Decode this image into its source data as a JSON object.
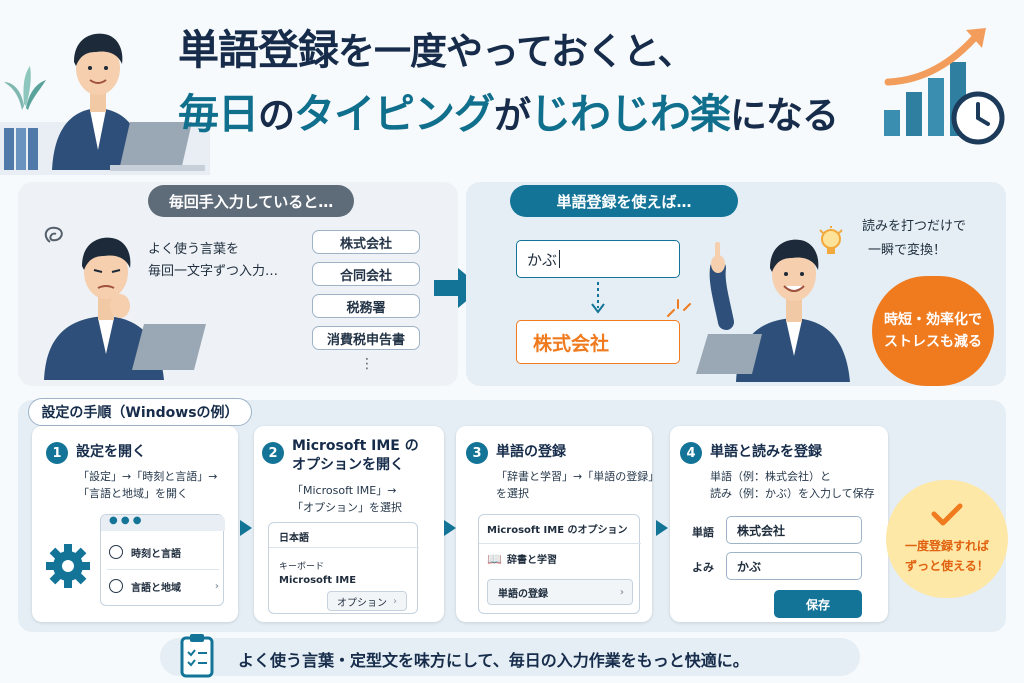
{
  "title": {
    "line1": {
      "emphasis": "単語登録",
      "rest": "を一度やっておくと、"
    },
    "line2": {
      "emphasis1": "毎日",
      "no": "の",
      "emphasis2": "タイピング",
      "ga": "が",
      "emphasis3": "じわじわ楽",
      "rest": "になる"
    }
  },
  "before": {
    "heading": "毎回手入力していると…",
    "speech_line1": "よく使う言葉を",
    "speech_line2": "毎回一文字ずつ入力…",
    "words": [
      "株式会社",
      "合同会社",
      "税務署",
      "消費税申告書"
    ],
    "more": "⋮"
  },
  "after": {
    "heading": "単語登録を使えば…",
    "input_value": "かぶ",
    "result": "株式会社",
    "note_line1": "読みを打つだけで",
    "note_line2": "一瞬で変換！",
    "badge_line1": "時短・効率化で",
    "badge_line2": "ストレスも減る"
  },
  "steps": {
    "heading": "設定の手順（Windowsの例）",
    "step1": {
      "number": "1",
      "title": "設定を開く",
      "desc_line1": "「設定」→「時刻と言語」→",
      "desc_line2": "「言語と地域」を開く",
      "menu": [
        "時刻と言語",
        "言語と地域"
      ]
    },
    "step2": {
      "number": "2",
      "title_line1": "Microsoft IME の",
      "title_line2": "オプションを開く",
      "desc_line1": "「Microsoft IME」→",
      "desc_line2": "「オプション」を選択",
      "lang": "日本語",
      "keyboard": "キーボード",
      "ime": "Microsoft IME",
      "option_button": "オプション"
    },
    "step3": {
      "number": "3",
      "title": "単語の登録",
      "desc_line1": "「辞書と学習」→「単語の登録」",
      "desc_line2": "を選択",
      "window_title": "Microsoft IME のオプション",
      "dict": "辞書と学習",
      "register": "単語の登録"
    },
    "step4": {
      "number": "4",
      "title": "単語と読みを登録",
      "desc_line1": "単語（例：株式会社）と",
      "desc_line2": "読み（例：かぶ）を入力して保存",
      "word_label": "単語",
      "word_value": "株式会社",
      "reading_label": "よみ",
      "reading_value": "かぶ",
      "save": "保存"
    },
    "once_line1": "一度登録すれば",
    "once_line2": "ずっと使える！"
  },
  "footer": "よく使う言葉・定型文を味方にして、毎日の入力作業をもっと快適に。",
  "colors": {
    "teal": "#137497",
    "navy": "#162c4a",
    "orange": "#f07a1e",
    "yellow": "#fde8a8"
  }
}
